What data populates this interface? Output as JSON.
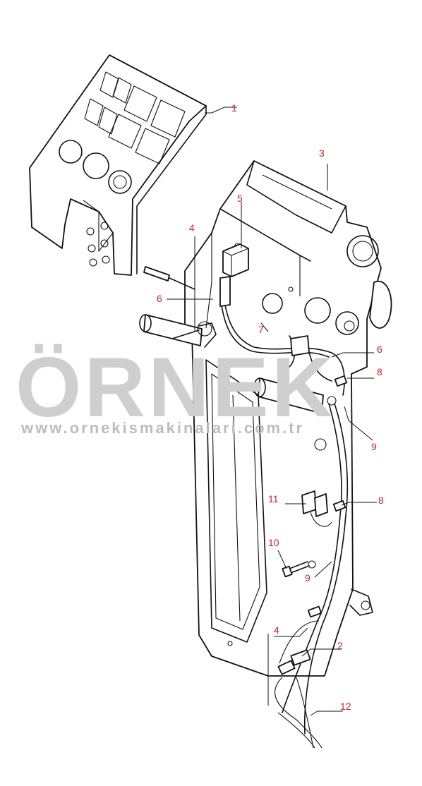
{
  "watermark": {
    "logo": "ÖRNEK",
    "url": "www.ornekismakinalari.com.tr",
    "accent_color": "#f2c14b"
  },
  "callouts": [
    "1",
    "3",
    "5",
    "4",
    "6",
    "7",
    "6",
    "8",
    "9",
    "11",
    "8",
    "10",
    "9",
    "4",
    "2",
    "12"
  ]
}
